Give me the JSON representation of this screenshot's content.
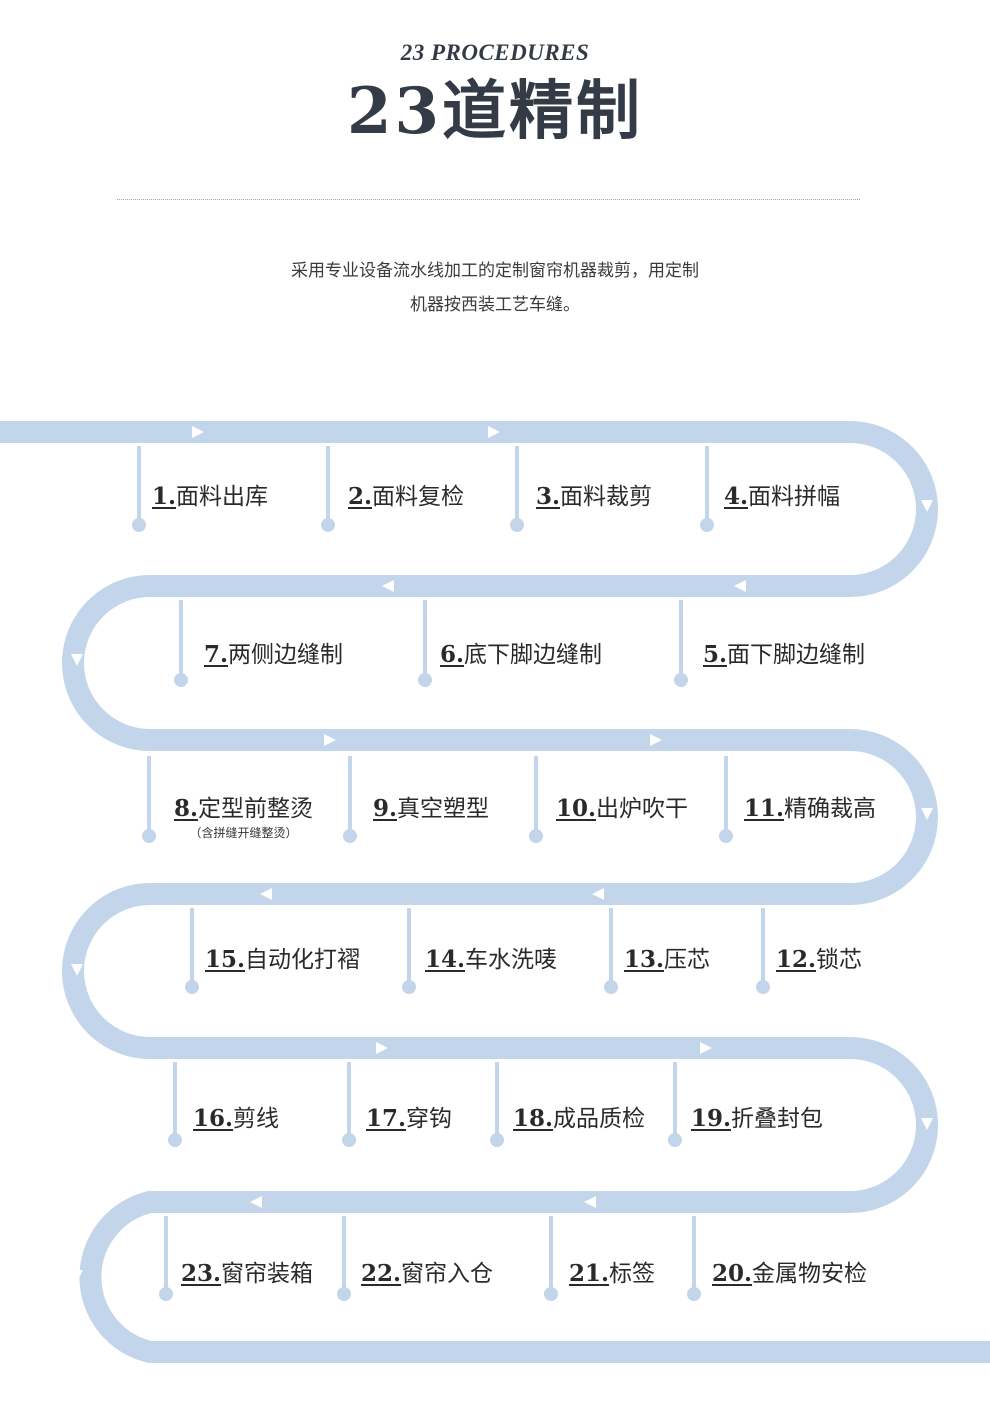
{
  "header": {
    "subtitle": "23 PROCEDURES",
    "title": "23道精制",
    "intro_line1": "采用专业设备流水线加工的定制窗帘机器裁剪，用定制",
    "intro_line2": "机器按西装工艺车缝。"
  },
  "colors": {
    "path": "#c2d5ea",
    "arrow": "#ffffff",
    "text": "#333b46"
  },
  "steps": [
    {
      "num": "1.",
      "label": "面料出库",
      "note": ""
    },
    {
      "num": "2.",
      "label": "面料复检",
      "note": ""
    },
    {
      "num": "3.",
      "label": "面料裁剪",
      "note": ""
    },
    {
      "num": "4.",
      "label": "面料拼幅",
      "note": ""
    },
    {
      "num": "5.",
      "label": "面下脚边缝制",
      "note": ""
    },
    {
      "num": "6.",
      "label": "底下脚边缝制",
      "note": ""
    },
    {
      "num": "7.",
      "label": "两侧边缝制",
      "note": ""
    },
    {
      "num": "8.",
      "label": "定型前整烫",
      "note": "（含拼缝开缝整烫）"
    },
    {
      "num": "9.",
      "label": "真空塑型",
      "note": ""
    },
    {
      "num": "10.",
      "label": "出炉吹干",
      "note": ""
    },
    {
      "num": "11.",
      "label": "精确裁高",
      "note": ""
    },
    {
      "num": "12.",
      "label": "锁芯",
      "note": ""
    },
    {
      "num": "13.",
      "label": "压芯",
      "note": ""
    },
    {
      "num": "14.",
      "label": "车水洗唛",
      "note": ""
    },
    {
      "num": "15.",
      "label": "自动化打褶",
      "note": ""
    },
    {
      "num": "16.",
      "label": "剪线",
      "note": ""
    },
    {
      "num": "17.",
      "label": "穿钩",
      "note": ""
    },
    {
      "num": "18.",
      "label": "成品质检",
      "note": ""
    },
    {
      "num": "19.",
      "label": "折叠封包",
      "note": ""
    },
    {
      "num": "20.",
      "label": "金属物安检",
      "note": ""
    },
    {
      "num": "21.",
      "label": "标签",
      "note": ""
    },
    {
      "num": "22.",
      "label": "窗帘入仓",
      "note": ""
    },
    {
      "num": "23.",
      "label": "窗帘装箱",
      "note": ""
    }
  ]
}
